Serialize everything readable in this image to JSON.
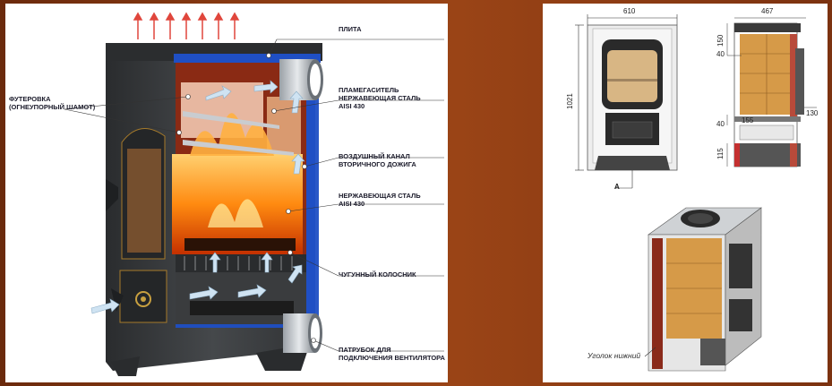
{
  "labels": {
    "plate": "ПЛИТА",
    "lining_1": "ФУТЕРОВКА",
    "lining_2": "(ОГНЕУПОРНЫЙ ШАМОТ)",
    "flame_arrester_1": "ПЛАМЕГАСИТЕЛЬ",
    "flame_arrester_2": "НЕРЖАВЕЮЩАЯ СТАЛЬ",
    "flame_arrester_3": "AISI 430",
    "air_channel_1": "ВОЗДУШНЫЙ КАНАЛ",
    "air_channel_2": "ВТОРИЧНОГО ДОЖИГА",
    "steel_1": "НЕРЖАВЕЮЩАЯ СТАЛЬ",
    "steel_2": "AISI 430",
    "grate": "ЧУГУННЫЙ КОЛОСНИК",
    "pipe_1": "ПАТРУБОК ДЛЯ",
    "pipe_2": "ПОДКЛЮЧЕНИЯ ВЕНТИЛЯТОРА",
    "corner": "Уголок нижний"
  },
  "dimensions": {
    "front_width": "610",
    "front_height": "1021",
    "section_mark": "А",
    "side_width": "467",
    "d150": "150",
    "d40_top": "40",
    "d130": "130",
    "d40_bottom": "40",
    "d155": "155",
    "d115": "115"
  },
  "colors": {
    "background": "#8a3a12",
    "stove_body": "#3a3c3e",
    "blue_frame": "#1f4fc4",
    "fire": "#ff8a10",
    "brick": "#c98a3a"
  }
}
